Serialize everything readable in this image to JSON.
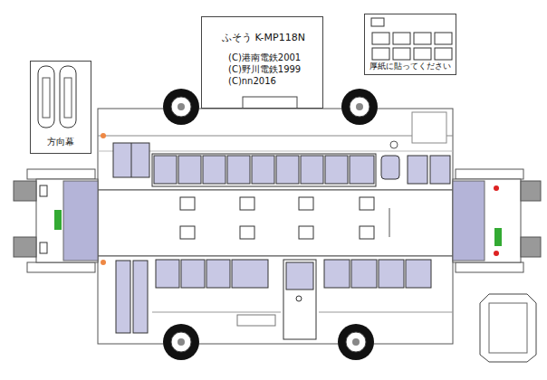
{
  "diagram": {
    "nodes": [
      {
        "text": [
          "方向幕"
        ]
      },
      {
        "text": [
          "ふそう K-MP118N",
          "(C)港南電鉄2001",
          "(C)野川電鉄1999",
          "(C)nn2016"
        ]
      },
      {
        "text": [
          "厚紙に貼ってください"
        ]
      }
    ]
  }
}
